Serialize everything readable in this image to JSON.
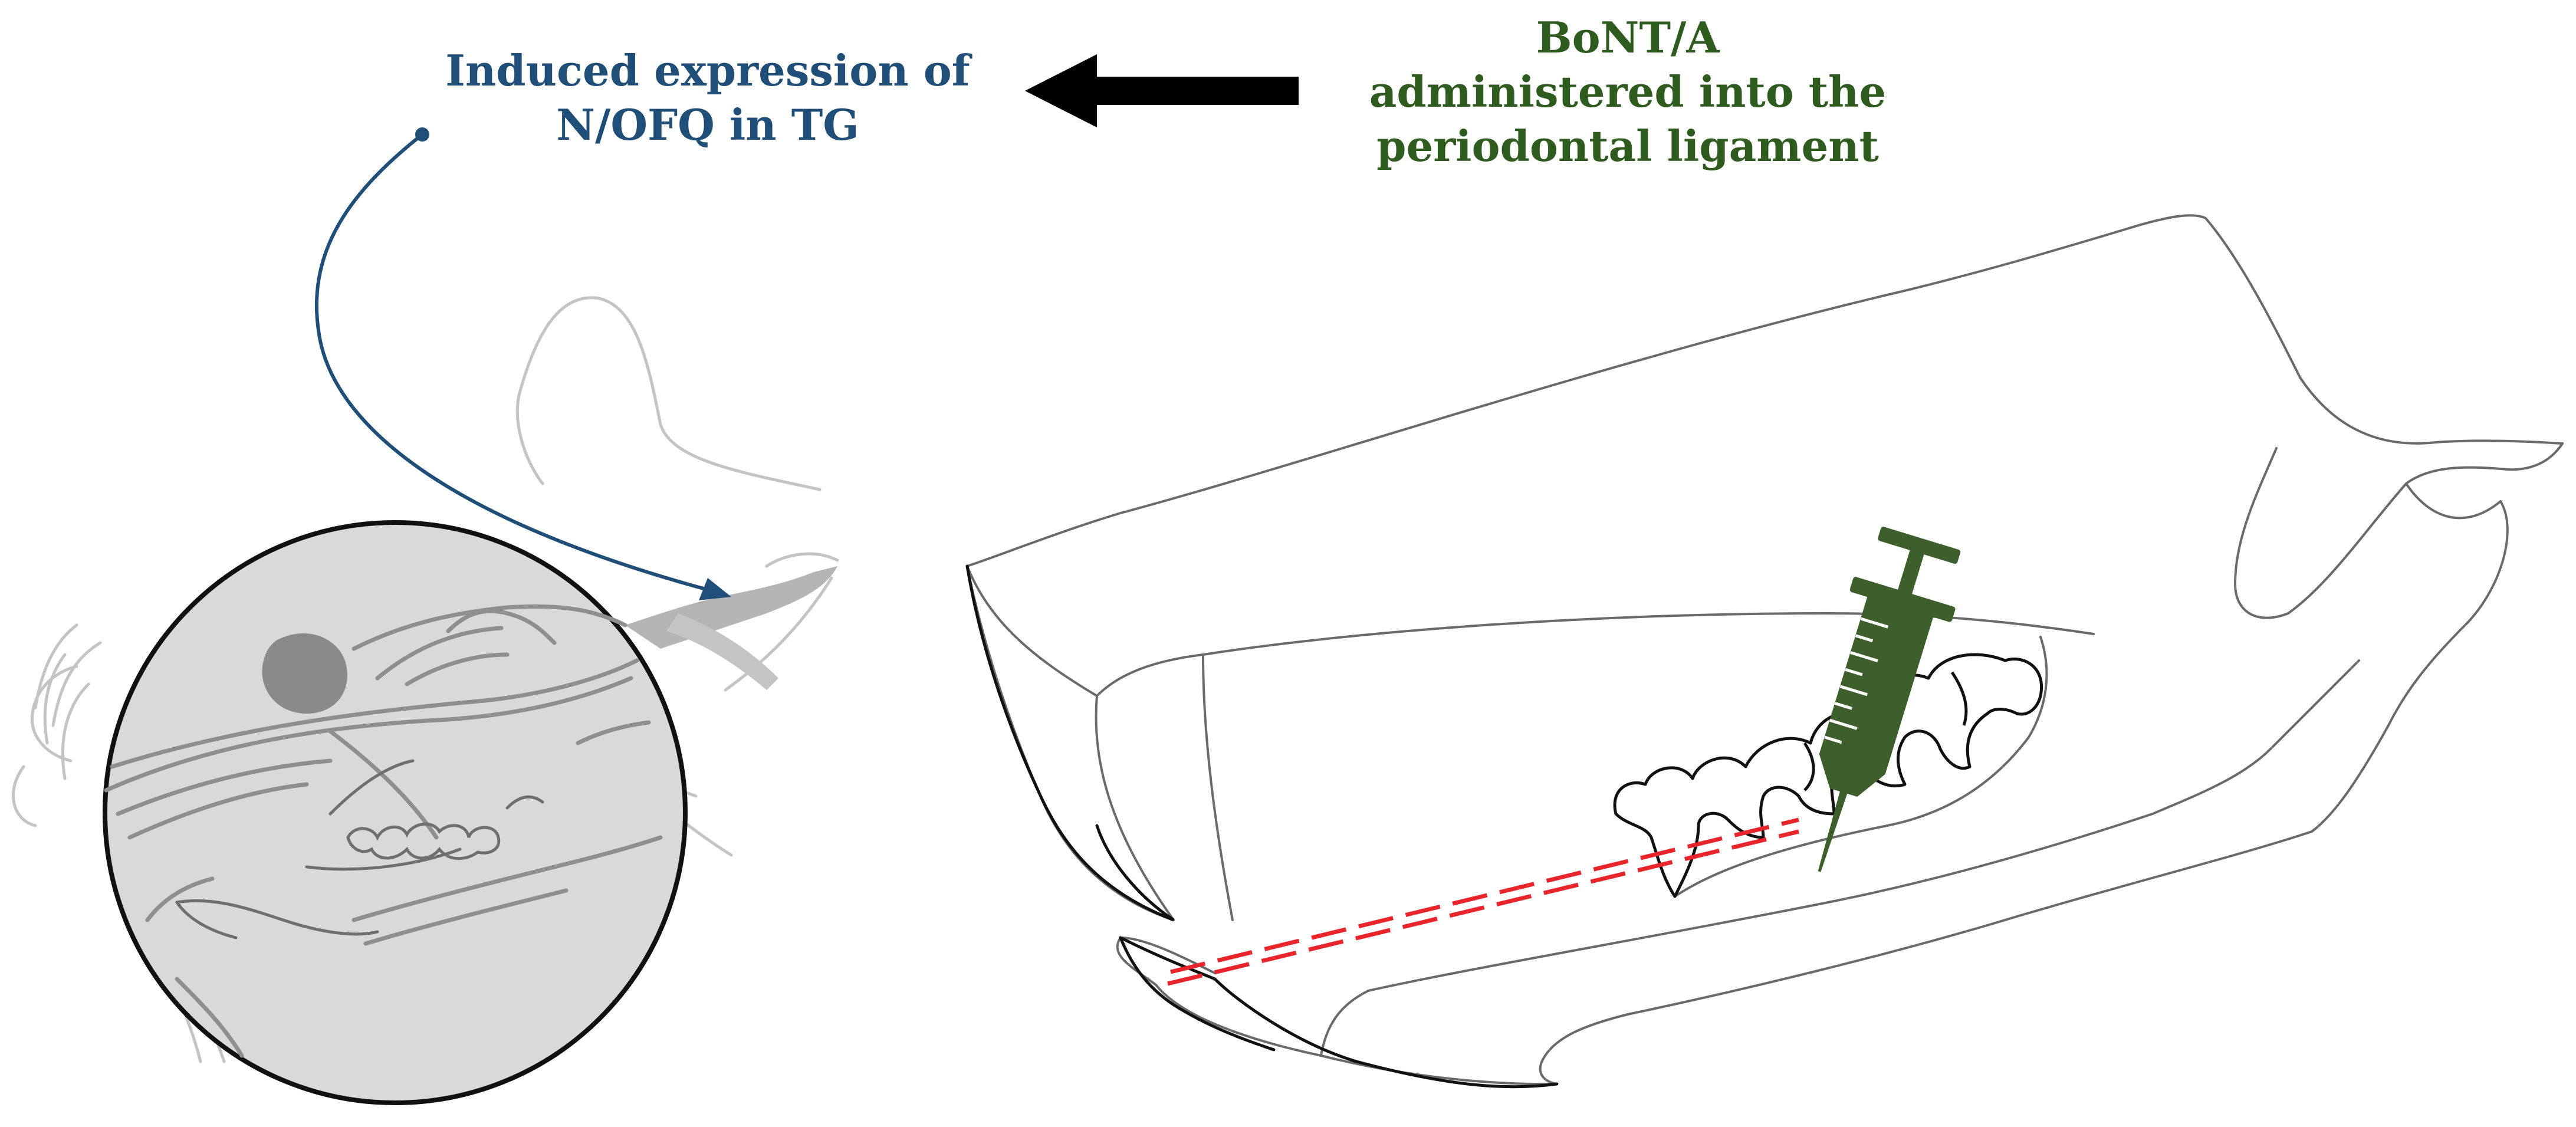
{
  "labels": {
    "tg": {
      "line1": "Induced expression of",
      "line2": "N/OFQ in TG",
      "color": "#1f4e79"
    },
    "bont": {
      "line1": "BoNT/A",
      "line2": "administered into the",
      "line3": "periodontal ligament",
      "color": "#2e5b1e"
    }
  },
  "colors": {
    "outline": "#1a1a1a",
    "head_sketch": "#bdbdbd",
    "magnifier_fill": "#d9d9d9",
    "nerve": "#9a9a9a",
    "syringe": "#3d5f2c",
    "injection_line": "#e8252a",
    "arrow": "#000000"
  },
  "icons": {
    "arrow": "left-arrow-icon",
    "syringe": "syringe-icon"
  }
}
